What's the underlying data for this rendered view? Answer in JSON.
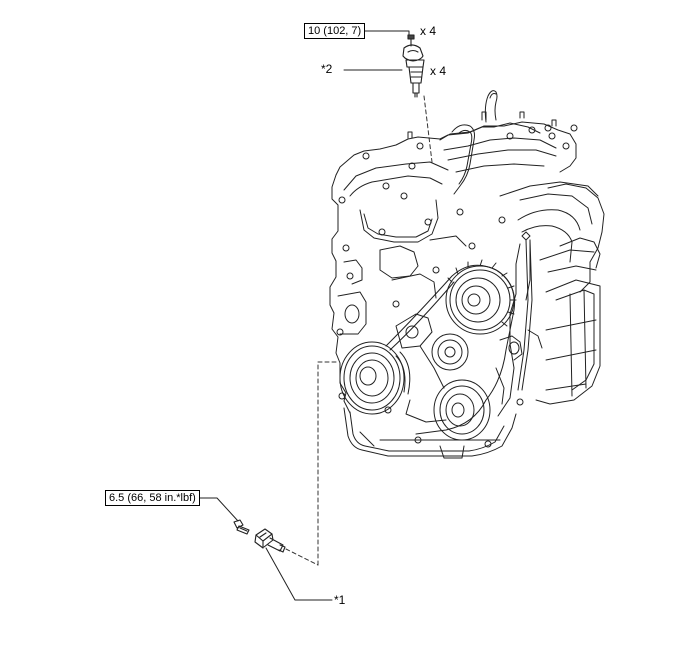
{
  "torque_top": "10 (102, 7)",
  "torque_bottom": "6.5 (66, 58 in.*lbf)",
  "qty_bolt": "x 4",
  "qty_coil": "x 4",
  "part_coil": "*2",
  "part_sensor": "*1"
}
